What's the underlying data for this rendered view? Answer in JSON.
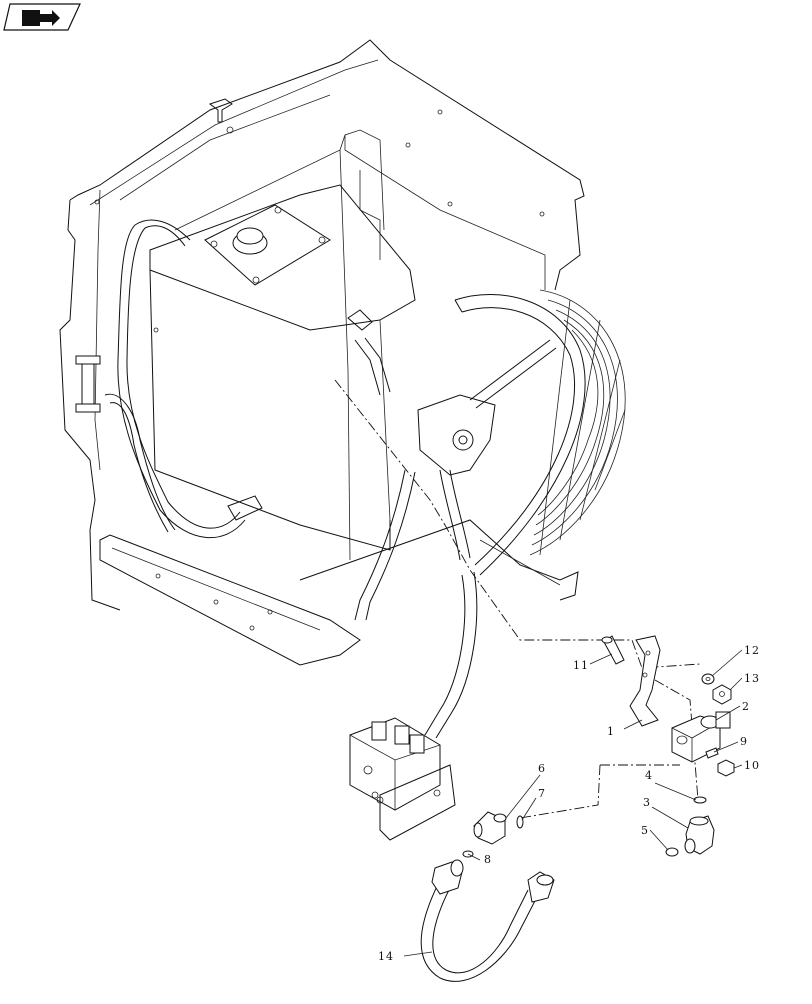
{
  "nav_icon": "next-page-arrow-icon",
  "callouts": {
    "c1": "1",
    "c2": "2",
    "c3": "3",
    "c4": "4",
    "c5": "5",
    "c6": "6",
    "c7": "7",
    "c8": "8",
    "c9": "9",
    "c10": "10",
    "c11": "11",
    "c12": "12",
    "c13": "13",
    "c14": "14"
  }
}
